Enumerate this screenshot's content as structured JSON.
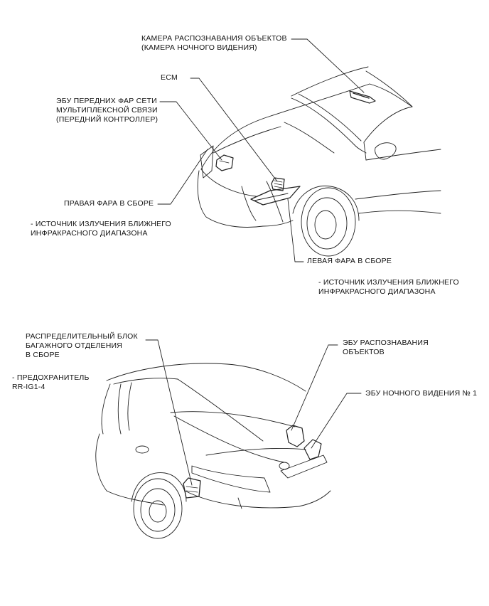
{
  "front_view": {
    "night_camera": {
      "line1": "КАМЕРА РАСПОЗНАВАНИЯ ОБЪЕКТОВ",
      "line2": "(КАМЕРА НОЧНОГО ВИДЕНИЯ)"
    },
    "ecm": {
      "line1": "ECM"
    },
    "headlight_ecu": {
      "line1": "ЭБУ ПЕРЕДНИХ ФАР СЕТИ",
      "line2": "МУЛЬТИПЛЕКСНОЙ СВЯЗИ",
      "line3": "(ПЕРЕДНИЙ КОНТРОЛЛЕР)"
    },
    "right_headlight": {
      "line1": "ПРАВАЯ ФАРА В СБОРЕ",
      "note1": "- ИСТОЧНИК ИЗЛУЧЕНИЯ БЛИЖНЕГО",
      "note2": "ИНФРАКРАСНОГО ДИАПАЗОНА"
    },
    "left_headlight": {
      "line1": "ЛЕВАЯ ФАРА В СБОРЕ",
      "note1": "- ИСТОЧНИК ИЗЛУЧЕНИЯ БЛИЖНЕГО",
      "note2": "ИНФРАКРАСНОГО ДИАПАЗОНА"
    }
  },
  "rear_view": {
    "luggage_relay_block": {
      "line1": "РАСПРЕДЕЛИТЕЛЬНЫЙ БЛОК",
      "line2": "БАГАЖНОГО ОТДЕЛЕНИЯ",
      "line3": "В СБОРЕ",
      "note1": "- ПРЕДОХРАНИТЕЛЬ",
      "note2": "RR-IG1-4"
    },
    "object_recognition_ecu": {
      "line1": "ЭБУ РАСПОЗНАВАНИЯ",
      "line2": "ОБЪЕКТОВ"
    },
    "night_vision_ecu": {
      "line1": "ЭБУ НОЧНОГО ВИДЕНИЯ № 1"
    }
  }
}
